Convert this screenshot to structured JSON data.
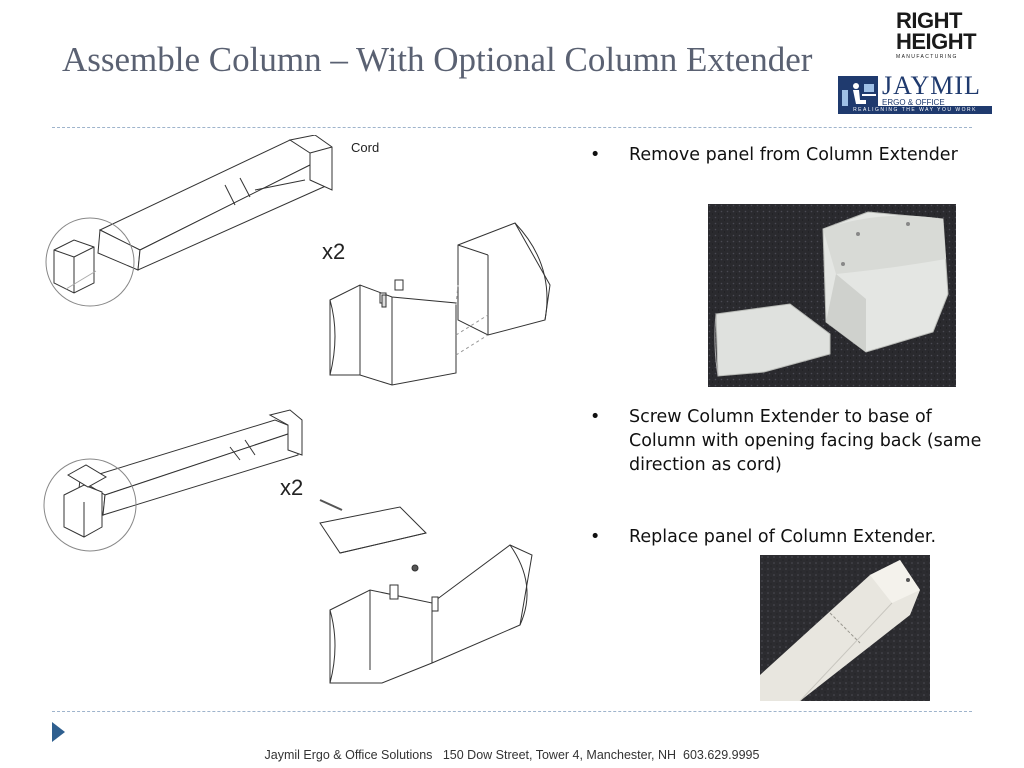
{
  "slide": {
    "title": "Assemble Column – With Optional Column Extender"
  },
  "logo": {
    "rh_line1": "RIGHT",
    "rh_line2": "HEIGHT",
    "rh_sub": "MANUFACTURING",
    "company": "JAYMIL",
    "tagline": "ERGO & OFFICE SOLUTIONS",
    "slogan": "REALIGNING THE WAY YOU WORK"
  },
  "diagram": {
    "cord_label": "Cord",
    "x2_top": "x2",
    "x2_bottom": "x2"
  },
  "bullets": [
    {
      "marker": "•",
      "text": "Remove panel from Column Extender"
    },
    {
      "marker": "•",
      "text": "Screw Column Extender to base of Column with opening facing back (same direction as cord)"
    },
    {
      "marker": "•",
      "text": "Replace panel of Column Extender."
    }
  ],
  "footer": {
    "text": "Jaymil Ergo & Office Solutions   150 Dow Street, Tower 4, Manchester, NH  603.629.9995"
  },
  "colors": {
    "title": "#5a6172",
    "brand_blue": "#1f3a6e",
    "rule": "#9fb4cc",
    "nav_arrow": "#2f5f8f"
  },
  "icons": {
    "nav": "triangle-right-icon"
  }
}
